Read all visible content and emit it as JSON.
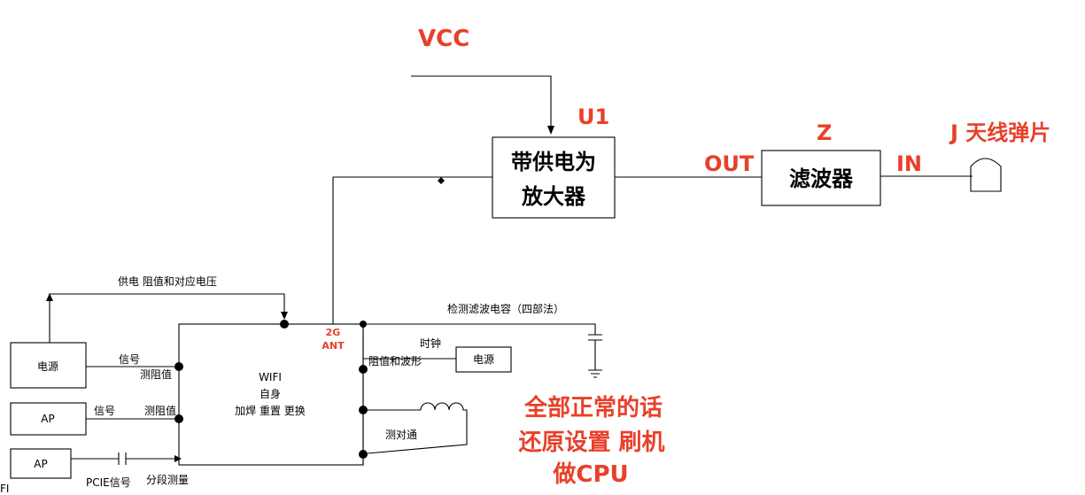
{
  "labels": {
    "vcc": "VCC",
    "u1": "U1",
    "z": "Z",
    "j_antenna": "J 天线弹片",
    "out": "OUT",
    "in": "IN",
    "amplifier_line1": "带供电为",
    "amplifier_line2": "放大器",
    "filter": "滤波器",
    "power_label": "供电 阻值和对应电压",
    "detect_cap": "检测滤波电容（四部法）",
    "ant_2g": "2G",
    "ant": "ANT",
    "clock": "时钟",
    "resistance_waveform": "阻值和波形",
    "power_right": "电源",
    "power_left": "电源",
    "signal1": "信号",
    "measure_res1": "测阻值",
    "ap1": "AP",
    "signal2": "信号",
    "measure_res2": "测阻值",
    "ap2": "AP",
    "pcie_signal": "PCIE信号",
    "segment_measure": "分段测量",
    "wifi_line1": "WIFI",
    "wifi_line2": "自身",
    "wifi_line3": "加焊 重置 更换",
    "continuity": "测对通",
    "advice_line1": "全部正常的话",
    "advice_line2": "还原设置 刷机",
    "advice_line3": "做CPU",
    "edge_text": "FI"
  },
  "colors": {
    "accent_red": "#e8402a",
    "line": "#000000"
  }
}
